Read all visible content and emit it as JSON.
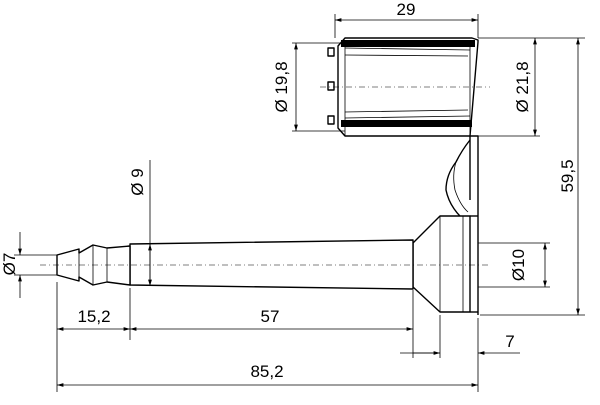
{
  "diagram": {
    "dimensions": {
      "top_width": "29",
      "cap_diameter_small": "Ø 19,8",
      "cap_diameter_large": "Ø 21,8",
      "total_height": "59,5",
      "shaft_diameter": "Ø 9",
      "tip_diameter": "Ø7",
      "flange_diameter": "Ø10",
      "tip_length": "15,2",
      "shaft_length": "57",
      "flange_thickness": "7",
      "total_length": "85,2"
    }
  }
}
